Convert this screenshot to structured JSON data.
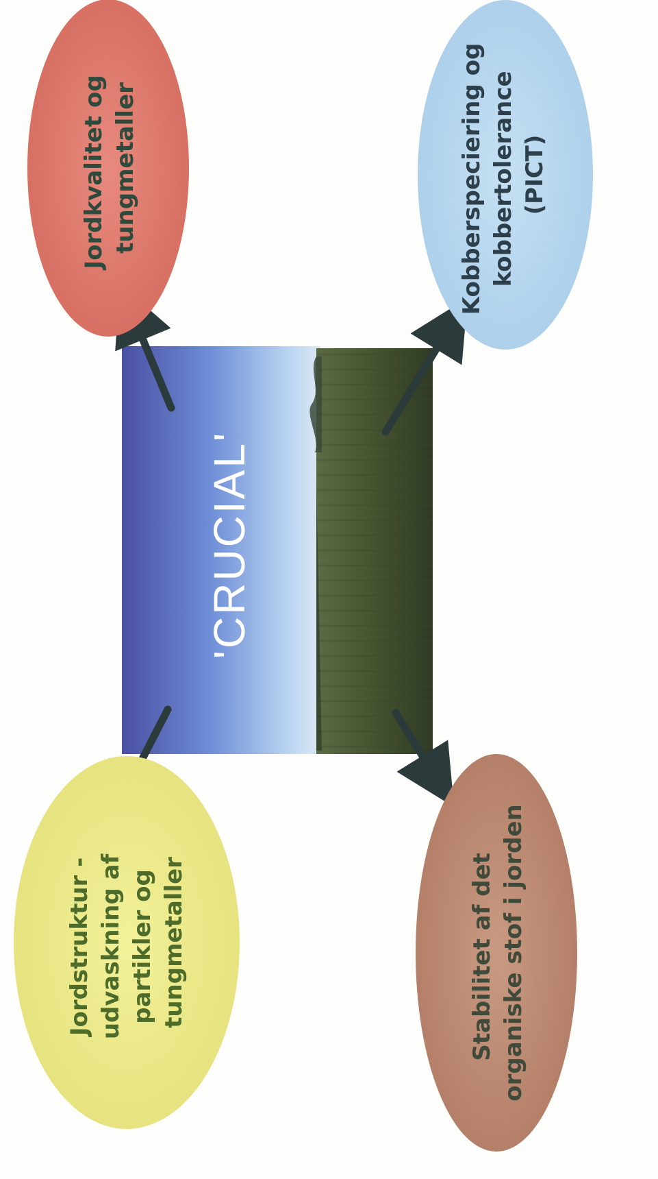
{
  "center": {
    "title": "'CRUCIAL'",
    "photo": "field-landscape"
  },
  "nodes": [
    {
      "id": "soil-quality",
      "lines": [
        "Jordkvalitet og",
        "tungmetaller"
      ],
      "fill": "#e07a6e",
      "text_color": "#2e4a3c"
    },
    {
      "id": "copper",
      "lines": [
        "Kobberspeciering og",
        "kobbertolerance",
        "(PICT)"
      ],
      "fill": "#b9d8ee",
      "text_color": "#2c3f4a"
    },
    {
      "id": "soil-structure",
      "lines": [
        "Jordstruktur  -",
        "udvaskning af",
        "partikler og",
        "tungmetaller"
      ],
      "fill": "#ecea8a",
      "text_color": "#4d6b2b"
    },
    {
      "id": "organic-matter",
      "lines": [
        "Stabilitet af det",
        "organiske stof i jorden"
      ],
      "fill": "#bd8a73",
      "text_color": "#3f4a3a"
    }
  ],
  "colors": {
    "arrow": "#2b3a3a",
    "sky_top": "#4c54a8",
    "sky_bottom": "#cde3f5",
    "field": "#41502e"
  }
}
